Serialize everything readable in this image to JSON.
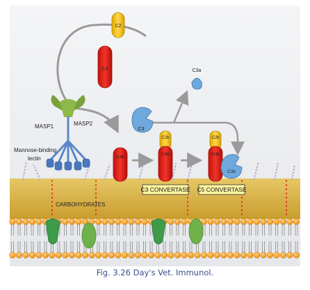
{
  "molecules": {
    "c2": "C2",
    "c4": "C4",
    "c4b": "C4b",
    "c2b": "C2b",
    "c3": "C3",
    "c3a": "C3a",
    "c3b": "C3b"
  },
  "labels": {
    "masp1": "MASP1",
    "masp2": "MASP2",
    "lectin_line1": "Mannose-binding",
    "lectin_line2": "lectin",
    "carbohydrates": "CARBOHYDRATES",
    "c3_convertase": "C3 CONVERTASE",
    "c5_convertase": "C5 CONVERTASE"
  },
  "caption": "Fig. 3.26 Day's Vet. Immunol.",
  "colors": {
    "c2_yellow": "#f2c200",
    "c4_red": "#e2231a",
    "c3_blue": "#6fa8dc",
    "masp_green": "#7aa23c",
    "lectin_blue": "#5b88c9",
    "membrane_tan": "#d7b44a",
    "lipid_orange": "#f5a31a",
    "background": "#eef0f3",
    "caption_blue": "#3a4f8a"
  }
}
